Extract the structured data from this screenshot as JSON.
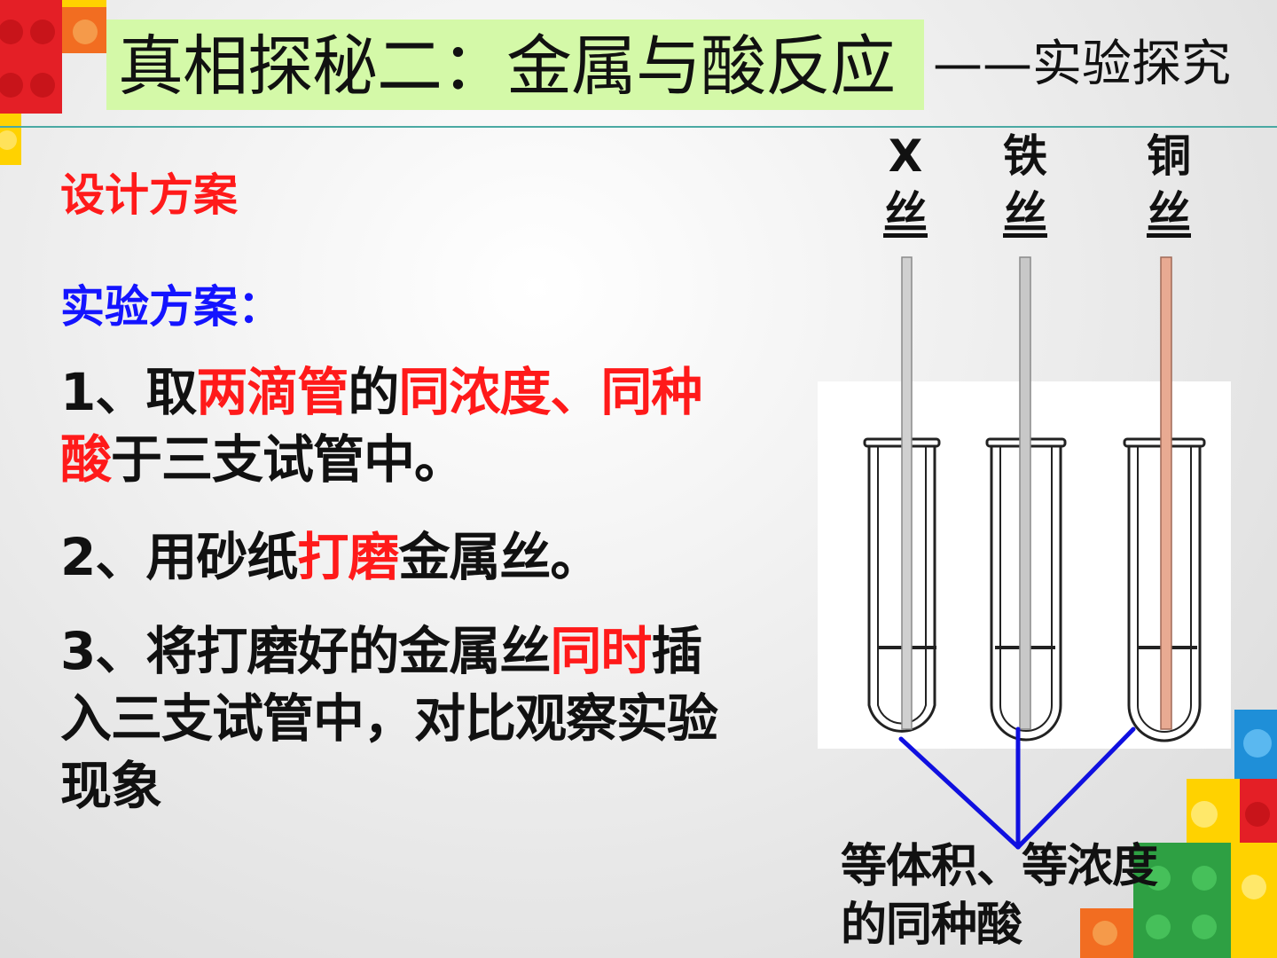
{
  "title": {
    "main": "真相探秘二：金属与酸反应",
    "sub": "——实验探究"
  },
  "design_label": "设计方案",
  "plan_label": "实验方案：",
  "steps": [
    {
      "number": "1、",
      "parts": [
        {
          "text": "取",
          "highlight": false
        },
        {
          "text": "两滴管",
          "highlight": true
        },
        {
          "text": "的",
          "highlight": false
        },
        {
          "text": "同浓度、同种",
          "highlight": true
        }
      ],
      "line2": [
        {
          "text": "酸",
          "highlight": true
        },
        {
          "text": "于三支试管中。",
          "highlight": false
        }
      ]
    },
    {
      "number": "2、",
      "parts": [
        {
          "text": "用砂纸",
          "highlight": false
        },
        {
          "text": "打磨",
          "highlight": true
        },
        {
          "text": "金属丝。",
          "highlight": false
        }
      ]
    },
    {
      "number": "3、",
      "parts": [
        {
          "text": "将打磨好的金属丝",
          "highlight": false
        },
        {
          "text": "同时",
          "highlight": true
        },
        {
          "text": "插",
          "highlight": false
        }
      ],
      "line2_text": "入三支试管中，对比观察实验",
      "line3_text": "现象"
    }
  ],
  "wires": [
    {
      "top": "X",
      "bottom": "丝",
      "color": "#d0d0d0"
    },
    {
      "top": "铁",
      "bottom": "丝",
      "color": "#c8c8c8"
    },
    {
      "top": "铜",
      "bottom": "丝",
      "color": "#e8aa92"
    }
  ],
  "caption": {
    "line1": "等体积、等浓度",
    "line2": "的同种酸"
  },
  "colors": {
    "title_bg": "#d4f9a8",
    "highlight_red": "#ff1a1a",
    "plan_blue": "#1414ff",
    "pointer_blue": "#1010e0",
    "rule": "#4aa9a3"
  }
}
